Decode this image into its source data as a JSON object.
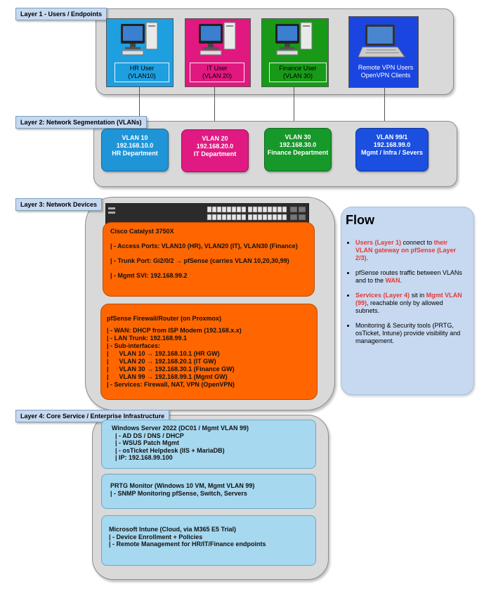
{
  "layers": {
    "l1": "Layer 1 - Users / Endpoints",
    "l2": "Layer 2: Network Segmentation (VLANs)",
    "l3": "Layer 3: Network Devices",
    "l4": "Layer 4: Core Service / Enterprise Infrastructure"
  },
  "users": [
    {
      "label": "HR User\n(VLAN10)",
      "color": "#1e9fe0"
    },
    {
      "label": "IT User\n(VLAN 20)",
      "color": "#e0187f"
    },
    {
      "label": "Finance User\n(VLAN 30)",
      "color": "#189a18"
    },
    {
      "label": "Remote VPN Users\nOpenVPN Clients",
      "color": "#1a45e0"
    }
  ],
  "vlans": [
    {
      "label": "VLAN 10\n192.168.10.0\nHR Department",
      "color": "#1f95d8"
    },
    {
      "label": "VLAN 20\n192.168.20.0\nIT Department",
      "color": "#e01a82"
    },
    {
      "label": "VLAN 30\n192.168.30.0\nFinance Department",
      "color": "#17982a"
    },
    {
      "label": "VLAN 99/1\n192.168.99.0\nMgmt / Infra / Severs",
      "color": "#1a4fe0"
    }
  ],
  "switch_box": [
    "Cisco Catalyst 3750X",
    "",
    "| - Access Ports: VLAN10 (HR), VLAN20 (IT), VLAN30 (Finance)",
    "",
    "| - Trunk Port: Gi2/0/2 → pfSense (carries VLAN 10,20,30,99)",
    "",
    "| - Mgmt SVI: 192.168.99.2"
  ],
  "pfsense_box": [
    "pfSense Firewall/Router (on Proxmox)",
    "",
    "| - WAN: DHCP from ISP Modem (192.168.x.x)",
    "| - LAN Trunk: 192.168.99.1",
    "| - Sub-interfaces:",
    "|      VLAN 10 → 192.168.10.1 (HR GW)",
    "|      VLAN 20 → 192.168.20.1 (IT GW)",
    "|      VLAN 30 → 192.168.30.1 (Finance GW)",
    "|      VLAN 99 → 192.168.99.1 (Mgmt GW)",
    "| - Services: Firewall, NAT, VPN (OpenVPN)"
  ],
  "server_box": [
    "Windows Server 2022 (DC01 / Mgmt VLAN 99)",
    "  | - AD DS / DNS / DHCP",
    "  | - WSUS Patch Mgmt",
    "  | - osTicket Helpdesk (IIS + MariaDB)",
    "  | IP: 192.168.99.100"
  ],
  "prtg_box": [
    "PRTG Monitor (Windows 10 VM, Mgmt VLAN 99)",
    "| - SNMP Monitoring pfSense, Switch, Servers"
  ],
  "intune_box": [
    "Microsoft Intune (Cloud, via M365 E5 Trial)",
    "| - Device Enrollment + Policies",
    "| - Remote Management for HR/IT/Finance endpoints"
  ],
  "flow": {
    "title": "Flow",
    "b1_red1": "Users (Layer 1)",
    "b1_t1": " connect to ",
    "b1_red2": "their VLAN gateway on pfSense (Layer 2/3)",
    "b1_t2": ".",
    "b2_t1": "pfSense routes traffic between VLANs and to the ",
    "b2_red": "WAN",
    "b2_t2": ".",
    "b3_red1": "Services (Layer 4)",
    "b3_t1": " sit in ",
    "b3_red2": "Mgmt VLAN (99)",
    "b3_t2": ", reachable only by allowed subnets.",
    "b4": "Monitoring & Security tools (PRTG, osTicket, Intune) provide visibility and management."
  }
}
